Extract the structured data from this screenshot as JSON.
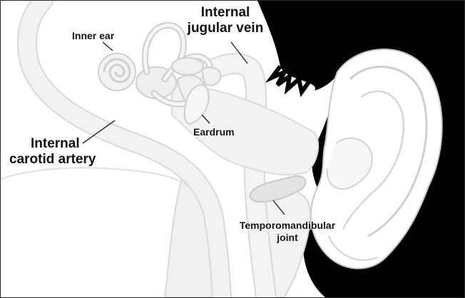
{
  "labels": {
    "inner_ear": "Inner ear",
    "internal_jugular_vein": {
      "line1": "Internal",
      "line2": "jugular vein"
    },
    "eardrum": "Eardrum",
    "internal_carotid_artery": {
      "line1": "Internal",
      "line2": "carotid artery"
    },
    "temporomandibular_joint": {
      "line1": "Temporomandibular",
      "line2": "joint"
    }
  },
  "colors": {
    "hair": "#000000",
    "anatomy_fill": "#f0f0f0",
    "anatomy_stroke": "#d6d6d6",
    "skin_outline": "#c8c8c8",
    "leader_line": "#222222",
    "text": "#111111"
  }
}
